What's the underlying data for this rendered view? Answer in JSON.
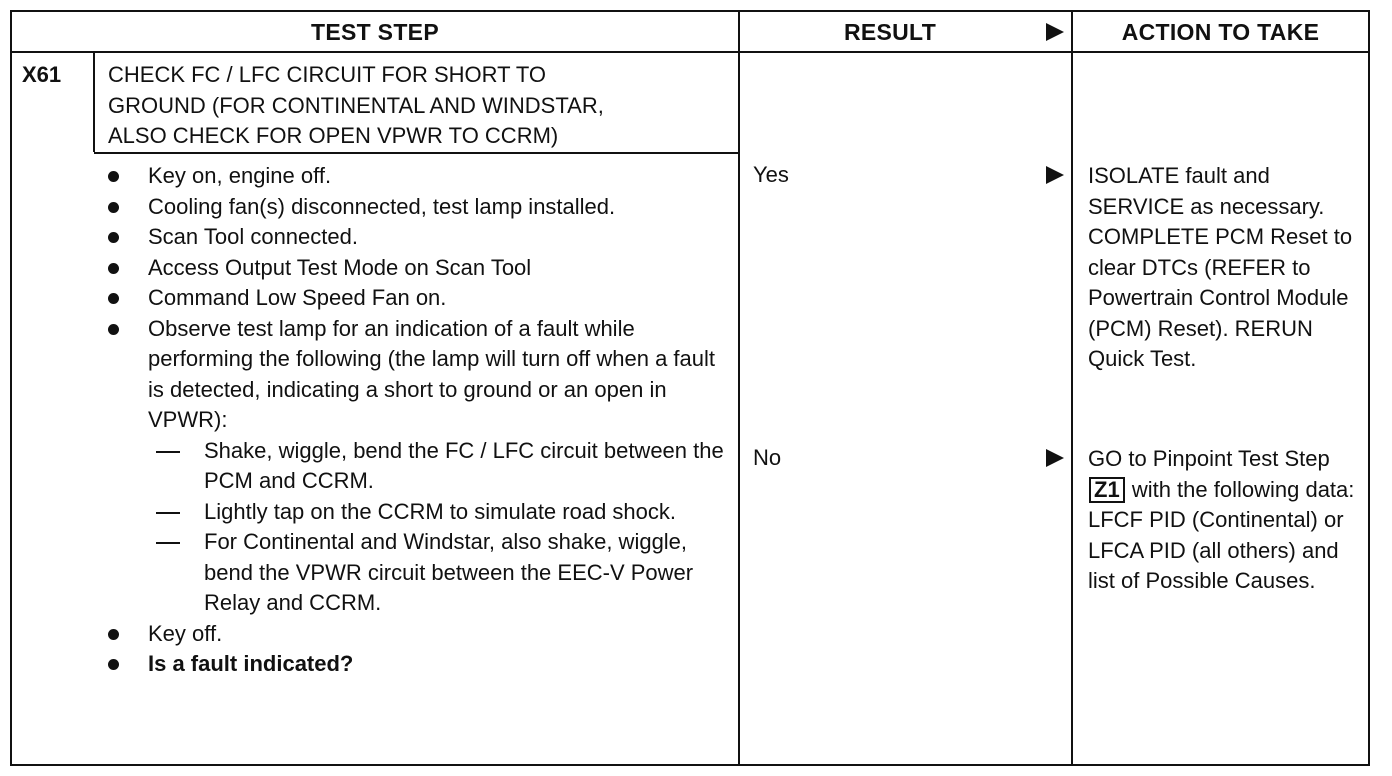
{
  "header": {
    "test_step": "TEST STEP",
    "result": "RESULT",
    "action": "ACTION TO TAKE"
  },
  "step": {
    "id": "X61",
    "title_lines": [
      "CHECK FC / LFC CIRCUIT FOR SHORT TO",
      "GROUND (FOR CONTINENTAL AND WINDSTAR,",
      "ALSO CHECK FOR OPEN VPWR TO CCRM)"
    ]
  },
  "procedure": {
    "b1": "Key on, engine off.",
    "b2": "Cooling fan(s) disconnected, test lamp installed.",
    "b3": "Scan Tool connected.",
    "b4": "Access Output Test Mode on Scan Tool",
    "b5": "Command Low Speed Fan on.",
    "b6": "Observe test lamp for an indication of a fault while performing the following (the lamp will turn off when a fault is detected, indicating a short to ground or an open in VPWR):",
    "d1": "Shake, wiggle, bend the FC / LFC circuit between the PCM and CCRM.",
    "d2": "Lightly tap on the CCRM to simulate road shock.",
    "d3": "For Continental and Windstar, also shake, wiggle, bend the VPWR circuit between the EEC-V Power Relay and CCRM.",
    "b7": "Key off.",
    "b8": "Is a fault indicated?"
  },
  "results": {
    "yes": "Yes",
    "no": "No"
  },
  "actions": {
    "yes_text": "ISOLATE fault and SERVICE as necessary. COMPLETE PCM Reset to clear DTCs (REFER to Powertrain Control Module (PCM) Reset). RERUN Quick Test.",
    "no_before": "GO to Pinpoint Test Step",
    "no_step": "Z1",
    "no_after": "with the following data: LFCF PID (Continental) or LFCA PID (all others) and list of Possible Causes."
  }
}
